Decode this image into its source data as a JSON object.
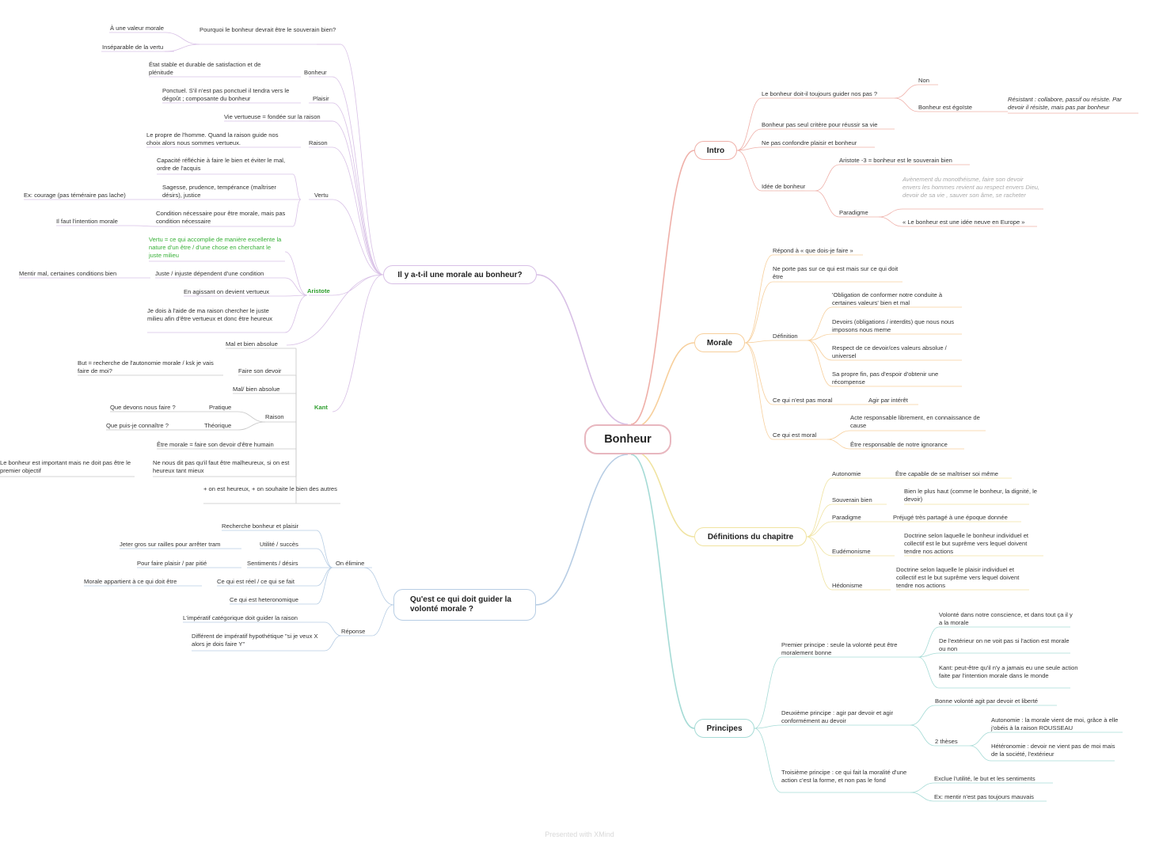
{
  "root": "Bonheur",
  "footer": "Presented with XMind",
  "colors": {
    "intro": "#efb0a9",
    "morale": "#f7cf9c",
    "definitions": "#f0e3a0",
    "principes": "#a6dbd6",
    "guide": "#b7cde4",
    "morale_bonheur": "#d8c0e6",
    "kant": "#c8c8c8",
    "green": "#36b036",
    "root_border": "#e8b7bf"
  },
  "branches": {
    "morale_bonheur": "Il y a-t-il une morale au bonheur?",
    "guide": "Qu'est ce qui doit guider la volonté morale ?",
    "intro": "Intro",
    "morale": "Morale",
    "definitions": "Définitions du chapitre",
    "principes": "Principes"
  },
  "left_top": {
    "pourquoi": "Pourquoi le bonheur devrait être le souverain bien?",
    "valeur_morale": "À une valeur morale",
    "inseparable": "Inséparable de la vertu",
    "etat_stable": "État stable et durable de satisfaction et de plénitude",
    "bonheur": "Bonheur",
    "ponctuel": "Ponctuel. S'il n'est pas ponctuel il tendra vers le dégoût ; composante du bonheur",
    "plaisir": "Plaisir",
    "vie_vertueuse": "Vie vertueuse = fondée sur la raison",
    "propre_homme": "Le propre de l'homme. Quand la raison guide nos choix alors nous sommes vertueux.",
    "raison": "Raison",
    "capacite": "Capacité réfléchie à faire le bien et éviter le mal, ordre de l'acquis",
    "sagesse": "Sagesse, prudence, tempérance (maîtriser désirs), justice",
    "courage": "Ex: courage (pas téméraire pas lache)",
    "vertu": "Vertu",
    "condition": "Condition nécessaire pour être morale, mais pas condition nécessaire",
    "intention": "Il faut l'intention morale",
    "vertu_def": "Vertu = ce qui accomplie de manière excellente la nature d'un être / d'une chose en cherchant le juste milieu",
    "juste": "Juste / injuste dépendent d'une condition",
    "mentir": "Mentir mal, certaines conditions bien",
    "aristote": "Aristote",
    "en_agissant": "En agissant on devient vertueux",
    "je_dois": "Je dois à l'aide de ma raison chercher le juste milieu afin d'être vertueux et donc être heureux",
    "mal_bien": "Mal et bien absolue",
    "but": "But = recherche de l'autonomie morale / ksk je vais faire de moi?",
    "faire_devoir": "Faire son devoir",
    "mal_bien2": "Mal/ bien absolue",
    "kant": "Kant",
    "que_devons": "Que devons nous faire ?",
    "pratique": "Pratique",
    "raison2": "Raison",
    "que_puis": "Que puis-je connaître ?",
    "theorique": "Théorique",
    "etre_morale": "Être morale = faire son devoir d'être humain",
    "bonheur_important": "Le bonheur est important mais ne doit pas être le premier objectif",
    "ne_nous_dit": "Ne nous dit pas qu'il faut être malheureux, si on est heureux tant mieux",
    "plus_heureux": "+ on est heureux, + on souhaite le bien des autres"
  },
  "left_bottom": {
    "recherche": "Recherche bonheur et plaisir",
    "jeter": "Jeter gros sur railles pour arrêter tram",
    "utilite": "Utilité / succès",
    "on_elimine": "On élimine",
    "pour_faire": "Pour faire plaisir / par pitié",
    "sentiments": "Sentiments / désirs",
    "morale_appartient": "Morale appartient à ce qui doit être",
    "ce_qui_reel": "Ce qui est réel / ce qui se fait",
    "heteronomique": "Ce qui est heteronomique",
    "imperatif": "L'impératif catégorique doit guider la raison",
    "reponse": "Réponse",
    "different": "Différent de impératif hypothétique \"si je veux X alors je dois faire Y\""
  },
  "intro": {
    "guider": "Le bonheur doit-il toujours guider nos pas ?",
    "non": "Non",
    "egoiste": "Bonheur est égoïste",
    "resistant": "Résistant : collabore, passif ou résiste. Par devoir il résiste, mais pas par bonheur",
    "pas_seul": "Bonheur pas seul critère pour réussir sa vie",
    "confondre": "Ne pas confondre plaisir et bonheur",
    "idee": "Idée de bonheur",
    "aristote": "Aristote -3 = bonheur est le souverain bien",
    "paradigme": "Paradigme",
    "avenement": "Avènement du monothéisme, faire son devoir envers les hommes revient au respect envers Dieu, devoir de sa vie , sauver son âme, se racheter",
    "idee_neuve": "« Le bonheur est une idée neuve en Europe »"
  },
  "morale": {
    "repond": "Répond à « que dois-je faire »",
    "ne_porte": "Ne porte pas sur ce qui est mais sur ce qui doit être",
    "definition": "Définition",
    "obligation": "'Obligation de conformer notre conduite à certaines valeurs' bien et mal",
    "devoirs": "Devoirs (obligations / interdits) que nous nous imposons nous meme",
    "respect": "Respect de ce devoir/ces valeurs absolue / universel",
    "sa_propre": "Sa propre fin, pas d'espoir d'obtenir une récompense",
    "pas_moral": "Ce qui n'est pas moral",
    "agir": "Agir par intérêt",
    "est_moral": "Ce qui est moral",
    "acte": "Acte responsable librement, en connaissance de cause",
    "etre_resp": "Être responsable de notre ignorance"
  },
  "definitions": {
    "autonomie": "Autonomie",
    "autonomie_def": "Être capable de se maîtriser soi même",
    "souverain": "Souverain bien",
    "souverain_def": "Bien le plus haut (comme le bonheur, la dignité, le devoir)",
    "paradigme": "Paradigme",
    "paradigme_def": "Préjugé très partagé à une époque donnée",
    "eudemonisme": "Eudémonisme",
    "eudemonisme_def": "Doctrine selon laquelle le bonheur individuel et collectif est le but suprême vers lequel doivent tendre nos actions",
    "hedonisme": "Hédonisme",
    "hedonisme_def": "Doctrine selon laquelle le plaisir individuel et collectif est le but suprême vers lequel doivent tendre nos actions"
  },
  "principes": {
    "premier": "Premier principe : seule la volonté peut être moralement bonne",
    "volonte": "Volonté dans notre conscience, et dans tout ça il y a la morale",
    "exterieur": "De l'extérieur on ne voit pas si l'action est morale ou non",
    "kant": "Kant: peut-être qu'il n'y a jamais eu une seule action faite par l'intention morale dans le monde",
    "deuxieme": "Deuxième principe : agir par devoir et agir conformément au devoir",
    "bonne_volonte": "Bonne volonté agit par devoir et liberté",
    "theses": "2 thèses",
    "autonomie": "Autonomie : la morale vient de moi, grâce à elle j'obéis à la raison ROUSSEAU",
    "heteronomie": "Hétéronomie : devoir ne vient pas de moi mais de la société, l'extérieur",
    "troisieme": "Troisième principe : ce qui fait la moralité d'une action c'est la forme, et non pas le fond",
    "exclue": "Exclue l'utilité, le but et les sentiments",
    "mentir": "Ex: mentir n'est pas toujours mauvais"
  }
}
